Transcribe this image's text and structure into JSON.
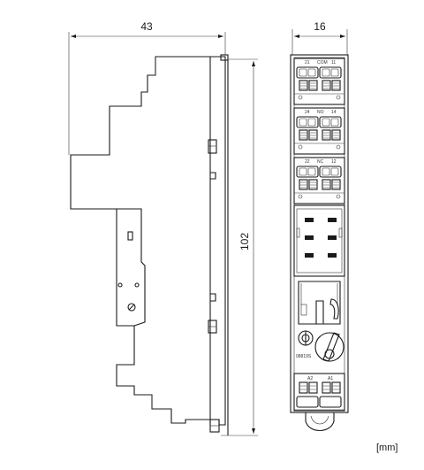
{
  "dimensions": {
    "width": "43",
    "height": "102",
    "front_width": "16"
  },
  "terminals": {
    "row1": {
      "left": "21",
      "mid": "COM",
      "right": "11"
    },
    "row2": {
      "left": "24",
      "mid": "NO",
      "right": "14"
    },
    "row3": {
      "left": "22",
      "mid": "NC",
      "right": "12"
    },
    "coil_left": "A2",
    "coil_right": "A1"
  },
  "part_number": "08819S",
  "unit": "[mm]"
}
